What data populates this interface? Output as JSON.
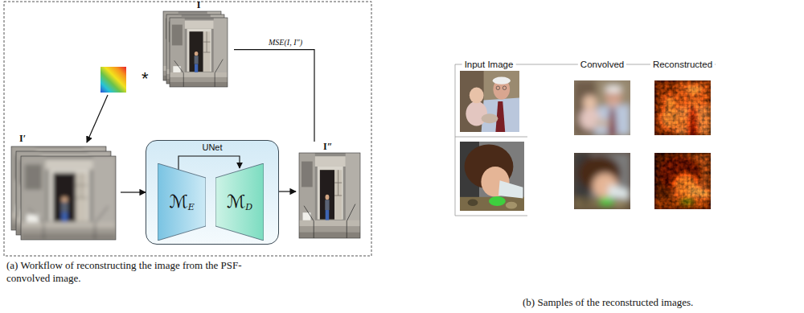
{
  "diagram": {
    "nodes": [
      {
        "text": [
          "I"
        ]
      },
      {
        "text": [
          "I′"
        ]
      },
      {
        "text": [
          "UNet"
        ]
      },
      {
        "text": [
          "ℳ",
          "E"
        ],
        "in": 2
      },
      {
        "text": [
          "ℳ",
          "D"
        ],
        "in": 2
      },
      {
        "text": [
          "I″"
        ]
      }
    ],
    "edges": [
      {
        "from": 0,
        "to": 5,
        "label": "MSE(I, I″)",
        "arrow": "none"
      },
      {
        "from": 1,
        "to": 2,
        "arrow": "to"
      },
      {
        "from": 2,
        "to": 5,
        "arrow": "to"
      }
    ],
    "labels": [
      "*",
      "Input Image",
      "Convolved",
      "Reconstructed",
      "(a) Workflow of reconstructing the image from the PSF-convolved image.",
      "(b) Samples of the reconstructed images."
    ]
  }
}
